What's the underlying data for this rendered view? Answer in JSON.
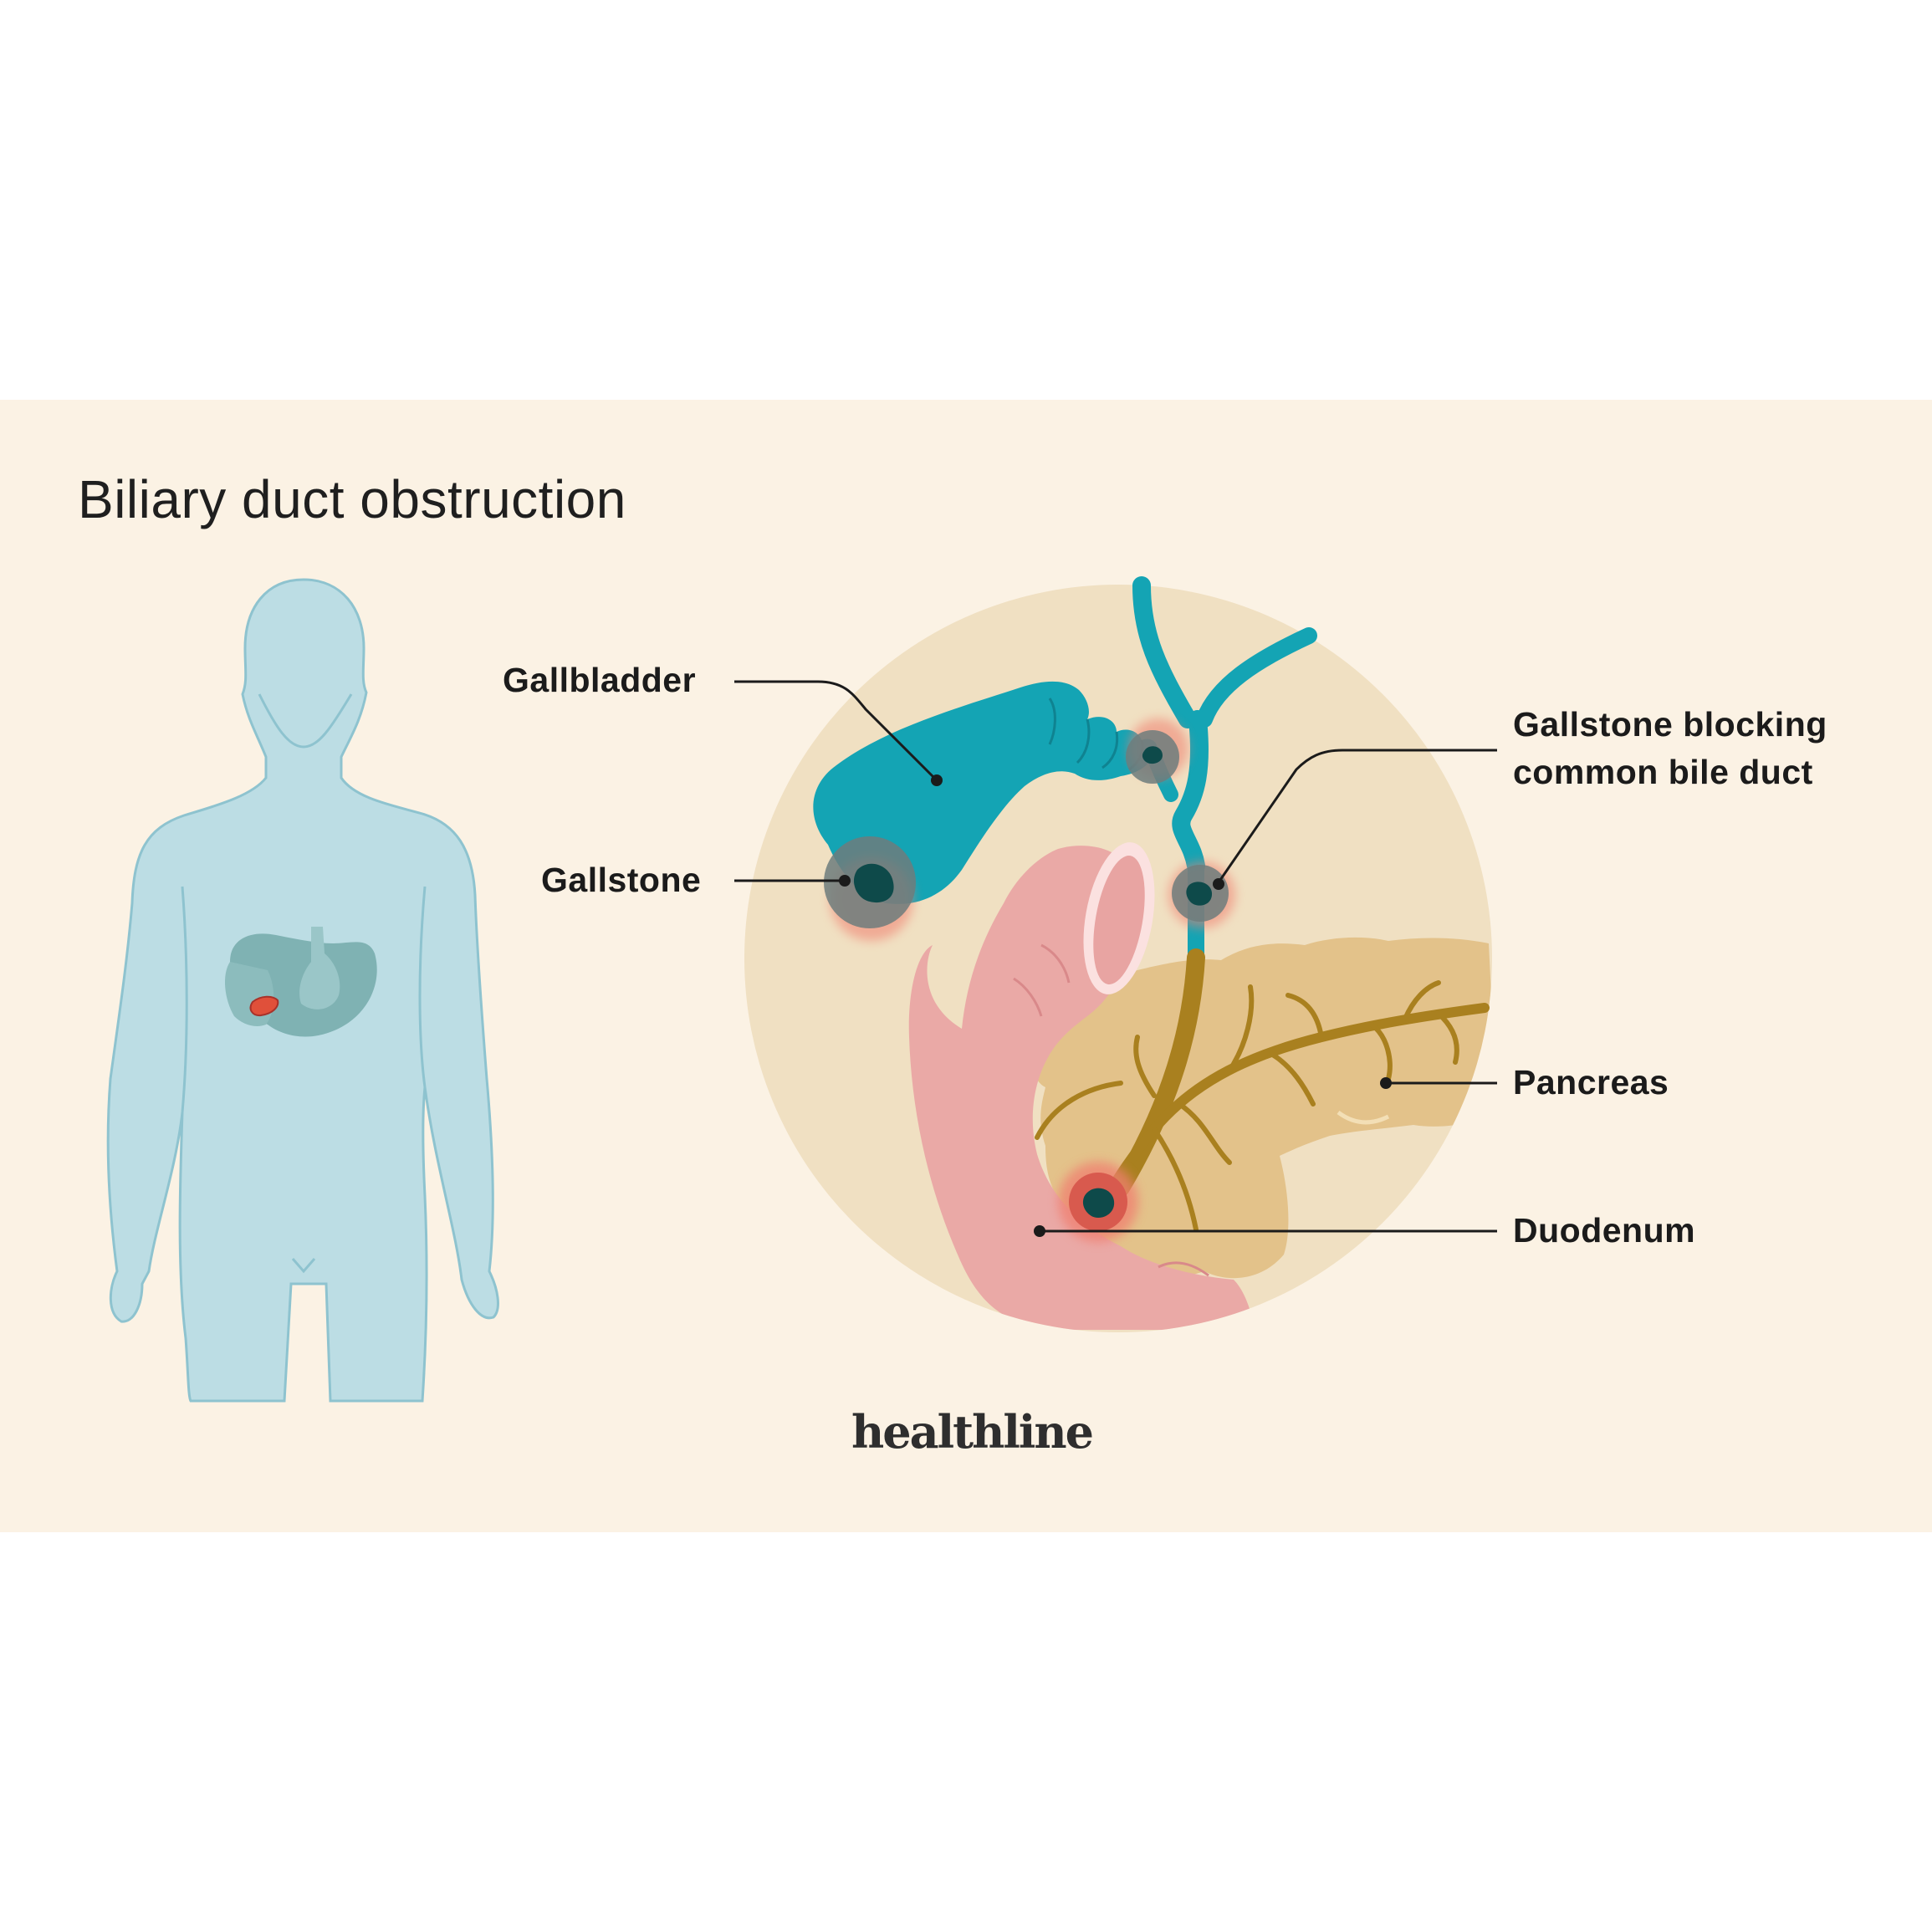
{
  "title": "Biliary duct obstruction",
  "brand": "healthline",
  "labels": {
    "gallbladder": "Gallbladder",
    "gallstone": "Gallstone",
    "blocking_line1": "Gallstone blocking",
    "blocking_line2": "common bile duct",
    "pancreas": "Pancreas",
    "duodenum": "Duodenum"
  },
  "colors": {
    "background": "#fbf2e4",
    "body": "#bcdde4",
    "bile_duct": "#14a4b4",
    "gallstone": "#0e4a4a",
    "blockage_halo": "#f07f70",
    "pancreas": "#e3c28a",
    "duodenum": "#eaa9a6",
    "pancreatic_duct": "#a9801f",
    "liver_icon": "#7fb2b3",
    "gallbladder_icon": "#e0503a"
  }
}
